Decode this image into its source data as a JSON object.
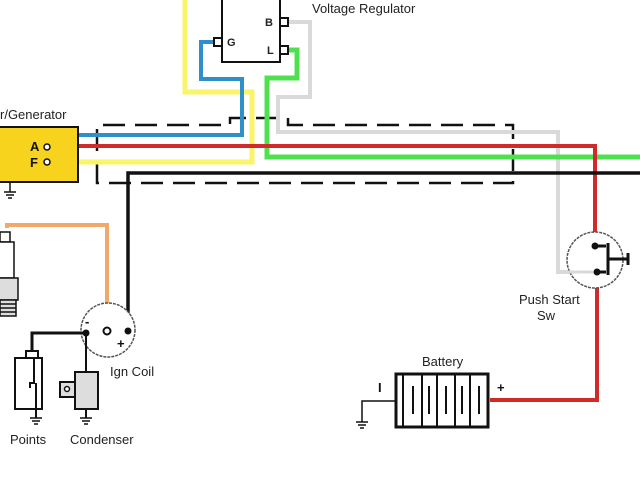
{
  "labels": {
    "voltage_regulator": "Voltage Regulator",
    "generator": "r/Generator",
    "ign_coil": "Ign Coil",
    "points": "Points",
    "condenser": "Condenser",
    "battery": "Battery",
    "push_start_line1": "Push Start",
    "push_start_line2": "Sw"
  },
  "terminals": {
    "regulator_b": "B",
    "regulator_l": "L",
    "regulator_g": "G",
    "generator_a": "A",
    "generator_f": "F",
    "coil_minus": "-",
    "coil_plus": "+",
    "battery_minus": "I",
    "battery_plus": "+"
  },
  "colors": {
    "blue_wire": "#2f8fc8",
    "red_wire": "#d12a2a",
    "yellow_wire": "#fbf36a",
    "green_wire": "#4fe04f",
    "grey_wire": "#d9d9d9",
    "black_wire": "#111111",
    "orange_wire": "#f0a96a",
    "generator_fill": "#f7d31e"
  }
}
